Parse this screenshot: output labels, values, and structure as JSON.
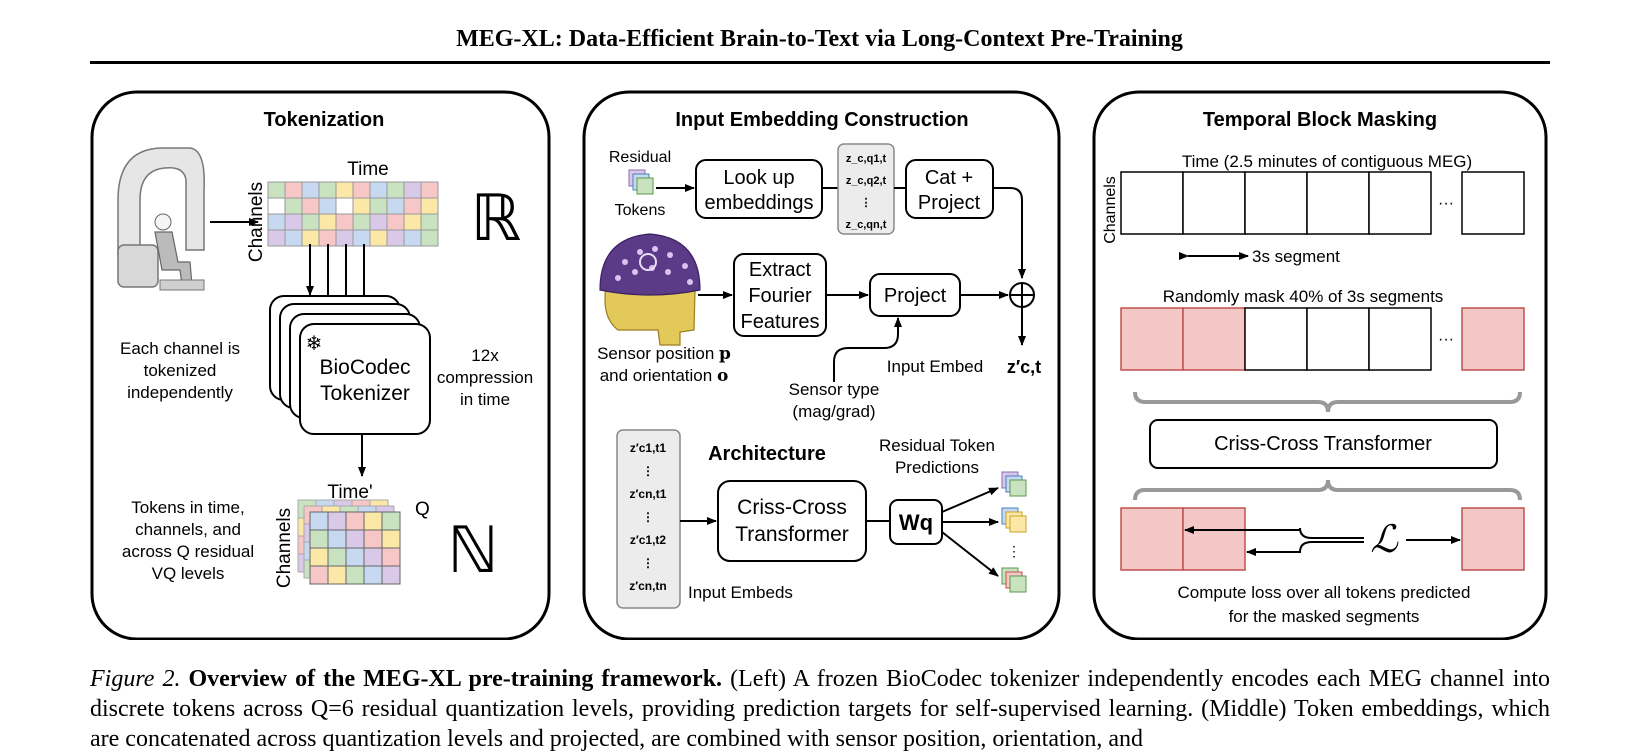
{
  "paper_title": "MEG-XL: Data-Efficient Brain-to-Text via Long-Context Pre-Training",
  "panels": {
    "tokenization": {
      "title": "Tokenization",
      "time_label": "Time",
      "channels_label": "Channels",
      "real_symbol": "ℝ",
      "each_channel_line1": "Each channel is",
      "each_channel_line2": "tokenized",
      "each_channel_line3": "independently",
      "tokenizer_line1": "BioCodec",
      "tokenizer_line2": "Tokenizer",
      "compression_line1": "12x",
      "compression_line2": "compression",
      "compression_line3": "in time",
      "time_prime_label": "Time'",
      "q_label": "Q",
      "natural_symbol": "ℕ",
      "tokens_line1": "Tokens in time,",
      "tokens_line2": "channels, and",
      "tokens_line3": "across Q residual",
      "tokens_line4": "VQ levels",
      "snowflake": "❄"
    },
    "embedding": {
      "title": "Input Embedding Construction",
      "residual_label": "Residual",
      "tokens_label": "Tokens",
      "lookup_line1": "Look up",
      "lookup_line2": "embeddings",
      "z_entries": [
        "z_c,q1,t",
        "z_c,q2,t",
        "⋮",
        "z_c,qn,t"
      ],
      "cat_line1": "Cat +",
      "cat_line2": "Project",
      "fourier_line1": "Extract",
      "fourier_line2": "Fourier",
      "fourier_line3": "Features",
      "project_label": "Project",
      "sensor_pos_line1": "Sensor position",
      "sensor_pos_sym": "p",
      "sensor_pos_line2": "and orientation",
      "sensor_ori_sym": "o",
      "sensor_type_line1": "Sensor type",
      "sensor_type_line2": "(mag/grad)",
      "input_embed_label": "Input Embed",
      "z_prime": "z′c,t",
      "plus_symbol": "⊕"
    },
    "architecture": {
      "title": "Architecture",
      "embeds": [
        "z′c1,t1",
        "⋮",
        "z′cn,t1",
        "⋮",
        "z′c1,t2",
        "⋮",
        "z′cn,tn"
      ],
      "input_embeds_label": "Input Embeds",
      "transformer_line1": "Criss-Cross",
      "transformer_line2": "Transformer",
      "wq_label": "Wq",
      "predictions_line1": "Residual Token",
      "predictions_line2": "Predictions"
    },
    "masking": {
      "title": "Temporal Block Masking",
      "time_label": "Time (2.5 minutes of contiguous MEG)",
      "channels_label": "Channels",
      "segment_label": "3s segment",
      "ellipsis": "···",
      "mask_label": "Randomly mask 40% of 3s segments",
      "transformer_label": "Criss-Cross Transformer",
      "loss_symbol": "ℒ",
      "loss_line1": "Compute loss over all tokens predicted",
      "loss_line2": "for the masked segments"
    }
  },
  "caption": {
    "figure_label": "Figure 2.",
    "bold_title": "Overview of the MEG-XL pre-training framework.",
    "text_line1": "(Left) A frozen BioCodec tokenizer independently encodes each MEG",
    "text_line2": "channel into discrete tokens across Q=6 residual quantization levels, providing prediction targets for self-supervised learning. (Middle)",
    "text_line3": "Token embeddings, which are concatenated across quantization levels and projected, are combined with sensor position, orientation, and"
  },
  "colors": {
    "mask_fill": "#f4c7c7",
    "mask_stroke": "#c0504d",
    "grid_colors": [
      "#c9e3c1",
      "#f7c7c7",
      "#c6d9f1",
      "#fbe8a6",
      "#d9c8e8",
      "#ffffff"
    ]
  }
}
